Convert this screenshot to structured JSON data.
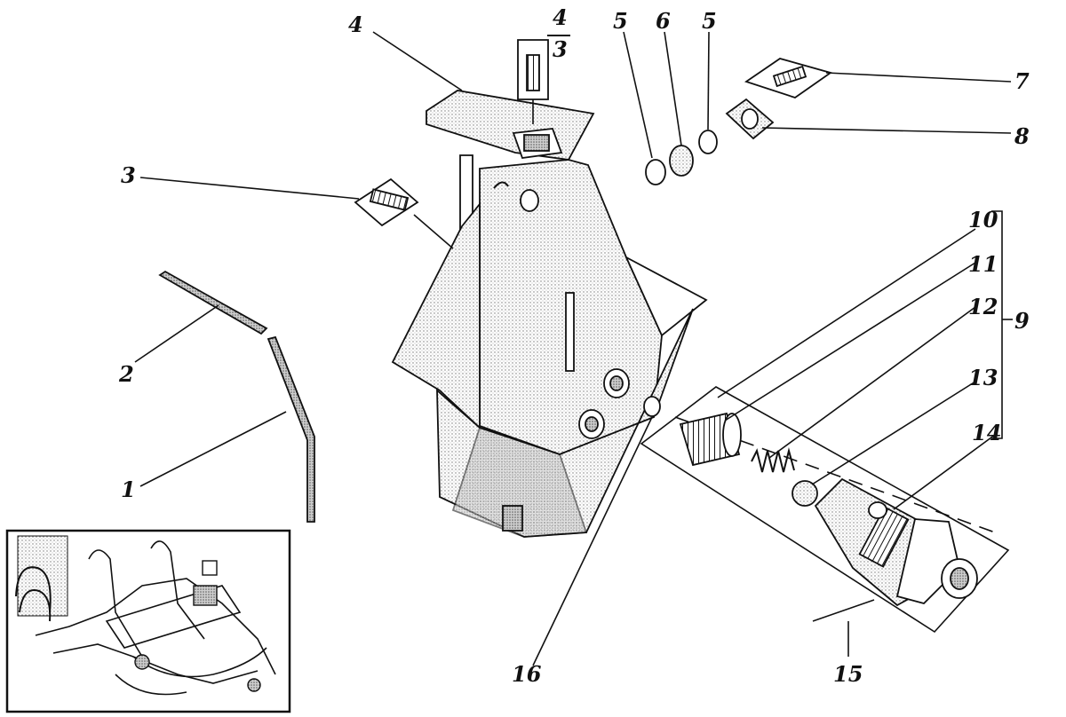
{
  "callouts": {
    "c1": "1",
    "c2": "2",
    "c3": "3",
    "c4": "4",
    "c4_over_3_top": "4",
    "c4_over_3_bottom": "3",
    "c5a": "5",
    "c6": "6",
    "c5b": "5",
    "c7": "7",
    "c8": "8",
    "c9": "9",
    "c10": "10",
    "c11": "11",
    "c12": "12",
    "c13": "13",
    "c14": "14",
    "c15": "15",
    "c16": "16"
  },
  "colors": {
    "ink": "#111111",
    "shade": "#d9d9d9",
    "paper": "#ffffff"
  }
}
